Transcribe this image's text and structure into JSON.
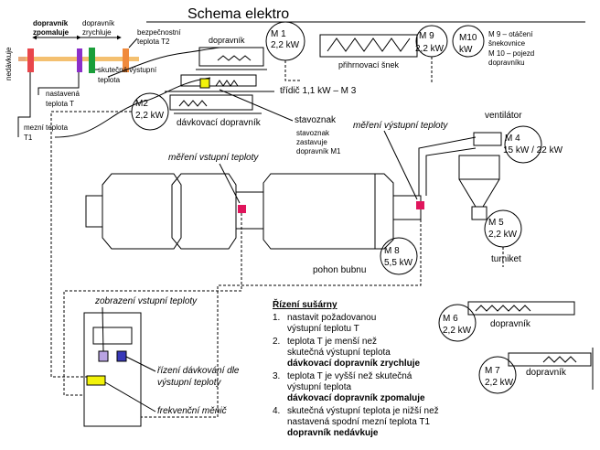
{
  "title": "Schema elektro",
  "scale": {
    "nedavkuje": "nedávkuje",
    "zpomaluje": [
      "dopravník",
      "zpomaluje"
    ],
    "zrychluje": [
      "dopravník",
      "zrychluje"
    ],
    "safety_t2": [
      "bezpečnostní",
      "teplota T2"
    ],
    "actual_temp": [
      "skutečná výstupní",
      "teplota"
    ],
    "set_temp": [
      "nastavená",
      "teplota T"
    ],
    "limit_t1": [
      "mezní teplota",
      "T1"
    ]
  },
  "motors": {
    "m1": {
      "name": "M 1",
      "power": "2,2 kW",
      "label": "dopravník"
    },
    "m9": {
      "name": "M 9",
      "power": "2,2 kW"
    },
    "m10": {
      "name": "M10",
      "power": "kW"
    },
    "m9_m10_note": [
      "M 9 – otáčení",
      "šnekovnice",
      "M 10 – pojezd",
      "dopravníku"
    ],
    "feeder_screw": "přihrnovací šnek",
    "sorter": "třídič  1,1 kW – M 3",
    "m2": {
      "name": "M2",
      "power": "2,2 kW",
      "label": "dávkovací dopravník"
    },
    "m4": {
      "name": "M 4",
      "power": "15 kW / 22 kW",
      "label": "ventilátor"
    },
    "m5": {
      "name": "M 5",
      "power": "2,2 kW",
      "label": "turniket"
    },
    "m8": {
      "name": "M 8",
      "power": "5,5 kW",
      "label": "pohon bubnu"
    },
    "m6": {
      "name": "M 6",
      "power": "2,2 kW",
      "label": "dopravník"
    },
    "m7": {
      "name": "M 7",
      "power": "2,2 kW",
      "label": "dopravník"
    }
  },
  "gate": {
    "title": "stavoznak",
    "desc": [
      "stavoznak",
      "zastavuje",
      "dopravník M1"
    ]
  },
  "measure_out": "měření výstupní teploty",
  "measure_in": "měření vstupní teploty",
  "panel": {
    "display": "zobrazení vstupní teploty",
    "control": [
      "řízení dávkování dle",
      "výstupní teploty"
    ],
    "inverter": "frekvenční měnič"
  },
  "control_rules": {
    "heading": "Řízení sušárny",
    "items": [
      {
        "num": "1.",
        "lines": [
          "nastavit požadovanou",
          "výstupní teplotu T"
        ],
        "bold": ""
      },
      {
        "num": "2.",
        "lines": [
          "teplota T je menší než",
          "skutečná výstupní teplota"
        ],
        "bold": "dávkovací dopravník zrychluje"
      },
      {
        "num": "3.",
        "lines": [
          "teplota T je vyšší než skutečná",
          "výstupní teplota"
        ],
        "bold": "dávkovací dopravník zpomaluje"
      },
      {
        "num": "4.",
        "lines": [
          "skutečná výstupní teplota je nižší než",
          "nastavená spodní mezní teplota T1"
        ],
        "bold": "dopravník nedávkuje"
      }
    ]
  },
  "colors": {
    "limit_marker": "#e8464b",
    "set_marker": "#8b2fc9",
    "actual_marker": "#1a9e3a",
    "safety_marker": "#f08a3c",
    "sensor": "#e0155c",
    "yellow": "#f2f20a",
    "lavender": "#b9a3e3",
    "blue": "#3838b8"
  }
}
